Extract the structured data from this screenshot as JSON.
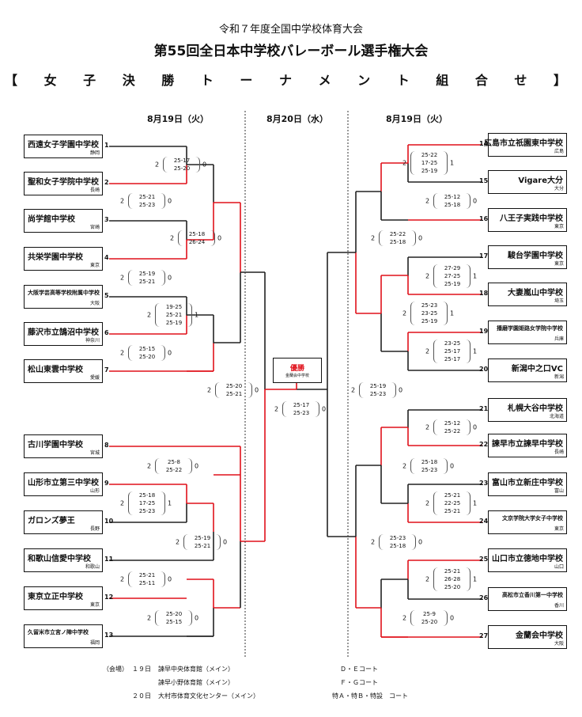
{
  "header": {
    "line1": "令和７年度全国中学校体育大会",
    "line2": "第55回全日本中学校バレーボール選手権大会",
    "line3": "【 女 子 決 勝 ト ー ナ メ ン ト 組 合 せ 】"
  },
  "dates": {
    "left": "8月19日（火）",
    "center": "8月20日（水）",
    "right": "8月19日（火）"
  },
  "teams_left": [
    {
      "seed": "1",
      "name": "西遠女子学園中学校",
      "pref": "静岡"
    },
    {
      "seed": "2",
      "name": "聖和女子学院中学校",
      "pref": "長崎"
    },
    {
      "seed": "3",
      "name": "尚学館中学校",
      "pref": "宮崎"
    },
    {
      "seed": "4",
      "name": "共栄学園中学校",
      "pref": "東京"
    },
    {
      "seed": "5",
      "name": "大阪学芸高等学校附属中学校",
      "pref": "大阪"
    },
    {
      "seed": "6",
      "name": "藤沢市立鵠沼中学校",
      "pref": "神奈川"
    },
    {
      "seed": "7",
      "name": "松山東雲中学校",
      "pref": "愛媛"
    },
    {
      "seed": "8",
      "name": "古川学園中学校",
      "pref": "宮城"
    },
    {
      "seed": "9",
      "name": "山形市立第三中学校",
      "pref": "山形"
    },
    {
      "seed": "10",
      "name": "ガロンズ夢王",
      "pref": "長野"
    },
    {
      "seed": "11",
      "name": "和歌山信愛中学校",
      "pref": "和歌山"
    },
    {
      "seed": "12",
      "name": "東京立正中学校",
      "pref": "東京"
    },
    {
      "seed": "13",
      "name": "久留米市立宮ノ陣中学校",
      "pref": "福岡"
    }
  ],
  "teams_right": [
    {
      "seed": "14",
      "name": "広島市立祇園東中学校",
      "pref": "広島"
    },
    {
      "seed": "15",
      "name": "Vigare大分",
      "pref": "大分"
    },
    {
      "seed": "16",
      "name": "八王子実践中学校",
      "pref": "東京"
    },
    {
      "seed": "17",
      "name": "駿台学園中学校",
      "pref": "東京"
    },
    {
      "seed": "18",
      "name": "大妻嵐山中学校",
      "pref": "埼玉"
    },
    {
      "seed": "19",
      "name": "播磨学園姫路女学院中学校",
      "pref": "兵庫"
    },
    {
      "seed": "20",
      "name": "新潟中之口VC",
      "pref": "新潟"
    },
    {
      "seed": "21",
      "name": "札幌大谷中学校",
      "pref": "北海道"
    },
    {
      "seed": "22",
      "name": "諫早市立諫早中学校",
      "pref": "長崎"
    },
    {
      "seed": "23",
      "name": "富山市立新庄中学校",
      "pref": "富山"
    },
    {
      "seed": "24",
      "name": "文京学院大学女子中学校",
      "pref": "東京"
    },
    {
      "seed": "25",
      "name": "山口市立徳地中学校",
      "pref": "山口"
    },
    {
      "seed": "26",
      "name": "高松市立香川第一中学校",
      "pref": "香川"
    },
    {
      "seed": "27",
      "name": "金蘭会中学校",
      "pref": "大阪"
    }
  ],
  "scores": {
    "L1": {
      "sets": [
        "25-17",
        "25-20"
      ],
      "a": "2",
      "b": "0"
    },
    "L2": {
      "sets": [
        "25-21",
        "25-23"
      ],
      "a": "2",
      "b": "0"
    },
    "L3": {
      "sets": [
        "25-18",
        "26-24"
      ],
      "a": "2",
      "b": "0"
    },
    "L4": {
      "sets": [
        "25-19",
        "25-21"
      ],
      "a": "2",
      "b": "0"
    },
    "L5": {
      "sets": [
        "19-25",
        "25-21",
        "25-19"
      ],
      "a": "2",
      "b": "1"
    },
    "L6": {
      "sets": [
        "25-15",
        "25-20"
      ],
      "a": "2",
      "b": "0"
    },
    "L7": {
      "sets": [
        "25-20",
        "25-21"
      ],
      "a": "2",
      "b": "0"
    },
    "L8": {
      "sets": [
        "25-8",
        "25-22"
      ],
      "a": "2",
      "b": "0"
    },
    "L9": {
      "sets": [
        "25-18",
        "17-25",
        "25-23"
      ],
      "a": "2",
      "b": "1"
    },
    "L10": {
      "sets": [
        "25-19",
        "25-21"
      ],
      "a": "2",
      "b": "0"
    },
    "L11": {
      "sets": [
        "25-21",
        "25-11"
      ],
      "a": "2",
      "b": "0"
    },
    "L12": {
      "sets": [
        "25-20",
        "25-15"
      ],
      "a": "2",
      "b": "0"
    },
    "C1": {
      "sets": [
        "25-17",
        "25-23"
      ],
      "a": "2",
      "b": "0"
    },
    "R1": {
      "sets": [
        "25-22",
        "17-25",
        "25-19"
      ],
      "a": "2",
      "b": "1"
    },
    "R2": {
      "sets": [
        "25-12",
        "25-18"
      ],
      "a": "2",
      "b": "0"
    },
    "R3": {
      "sets": [
        "25-22",
        "25-18"
      ],
      "a": "2",
      "b": "0"
    },
    "R4": {
      "sets": [
        "27-29",
        "27-25",
        "25-19"
      ],
      "a": "2",
      "b": "1"
    },
    "R5": {
      "sets": [
        "25-23",
        "23-25",
        "25-19"
      ],
      "a": "2",
      "b": "1"
    },
    "R6": {
      "sets": [
        "23-25",
        "25-17",
        "25-17"
      ],
      "a": "2",
      "b": "1"
    },
    "R7": {
      "sets": [
        "25-19",
        "25-23"
      ],
      "a": "2",
      "b": "0"
    },
    "R8": {
      "sets": [
        "25-12",
        "25-22"
      ],
      "a": "2",
      "b": "0"
    },
    "R9": {
      "sets": [
        "25-18",
        "25-23"
      ],
      "a": "2",
      "b": "0"
    },
    "R10": {
      "sets": [
        "25-21",
        "22-25",
        "25-21"
      ],
      "a": "2",
      "b": "1"
    },
    "R11": {
      "sets": [
        "25-23",
        "25-18"
      ],
      "a": "2",
      "b": "0"
    },
    "R12": {
      "sets": [
        "25-21",
        "26-28",
        "25-20"
      ],
      "a": "2",
      "b": "1"
    },
    "R13": {
      "sets": [
        "25-9",
        "25-20"
      ],
      "a": "2",
      "b": "0"
    }
  },
  "champion": {
    "label": "優勝",
    "name": "金蘭会中学校"
  },
  "venues": {
    "label": "（会場）",
    "d19": "１９日",
    "d20": "２０日",
    "v1": "諫早中央体育館（メイン）",
    "v2": "諫早小野体育館（メイン）",
    "v3": "大村市体育文化センター（メイン）",
    "c1": "Ｄ・Ｅコート",
    "c2": "Ｆ・Ｇコート",
    "c3": "特Ａ・特Ｂ・特設　コート"
  },
  "colors": {
    "winner_line": "#e0101a",
    "line": "#222222"
  }
}
